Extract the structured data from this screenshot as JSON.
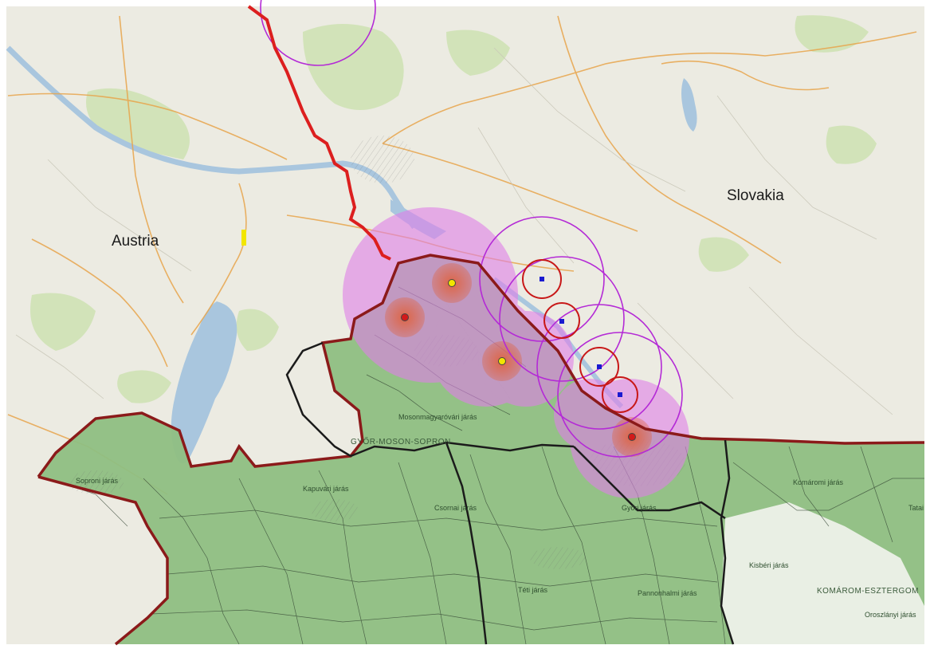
{
  "labels": {
    "austria": "Austria",
    "slovakia": "Slovakia",
    "mosonmagyarovar": "Mosonmagyaróvári járás",
    "gyor_moson_sopron": "GYŐR-MOSON-SOPRON",
    "sopron": "Soproni járás",
    "kapuvar": "Kapuvári járás",
    "csorna": "Csornai járás",
    "gyor": "Győri járás",
    "komarom": "Komáromi járás",
    "kisber": "Kisbéri járás",
    "komarom_esztergom": "KOMÁROM-ESZTERGOM",
    "teti": "Téti járás",
    "pannonhalma": "Pannonhalmi járás",
    "oroszlany": "Oroszlányi járás",
    "tata": "Tatai"
  },
  "colors": {
    "land": "#ecebe2",
    "forest": "#cfe2b5",
    "water": "#a9c6de",
    "hungary_region": "#8fbf82",
    "country_border": "#dc1f1f",
    "county_border": "#1b1b1b",
    "buffer_fill": "#df7fe8",
    "buffer_ring": "#b42ad6",
    "red_ring": "#c81818",
    "site_marker": "#1a1ad0",
    "yellow_marker": "#f2e600",
    "red_marker": "#d21a1a"
  },
  "markers": [
    {
      "type": "yellow-dot",
      "label": ""
    },
    {
      "type": "red-dot",
      "label": ""
    },
    {
      "type": "yellow-dot",
      "label": ""
    },
    {
      "type": "red-dot",
      "label": ""
    },
    {
      "type": "blue-square",
      "label": ""
    },
    {
      "type": "blue-square",
      "label": ""
    },
    {
      "type": "blue-square",
      "label": ""
    },
    {
      "type": "blue-square",
      "label": ""
    }
  ]
}
